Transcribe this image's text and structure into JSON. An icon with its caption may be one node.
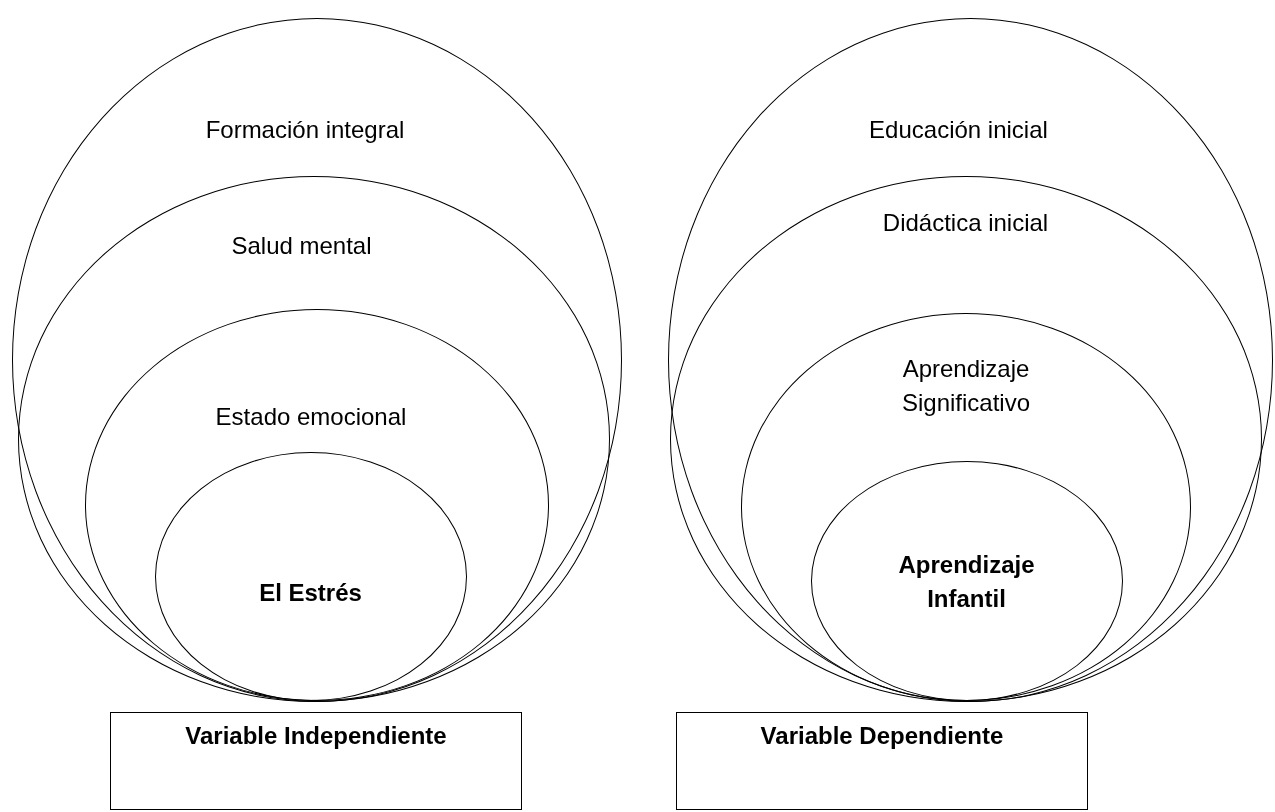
{
  "diagram": {
    "nodes": [
      {
        "text": [
          "Formación integral"
        ]
      },
      {
        "text": [
          "Salud mental"
        ],
        "in": 0
      },
      {
        "text": [
          "Estado emocional"
        ],
        "in": 1
      },
      {
        "text": [
          "El Estrés"
        ],
        "in": 2
      },
      {
        "text": [
          "Educación inicial"
        ]
      },
      {
        "text": [
          "Didáctica inicial"
        ],
        "in": 4
      },
      {
        "text": [
          "Aprendizaje Significativo"
        ],
        "in": 5
      },
      {
        "text": [
          "Aprendizaje Infantil"
        ],
        "in": 6
      },
      {
        "text": [
          "Variable Independiente"
        ]
      },
      {
        "text": [
          "Variable Dependiente"
        ]
      }
    ],
    "edges": []
  }
}
